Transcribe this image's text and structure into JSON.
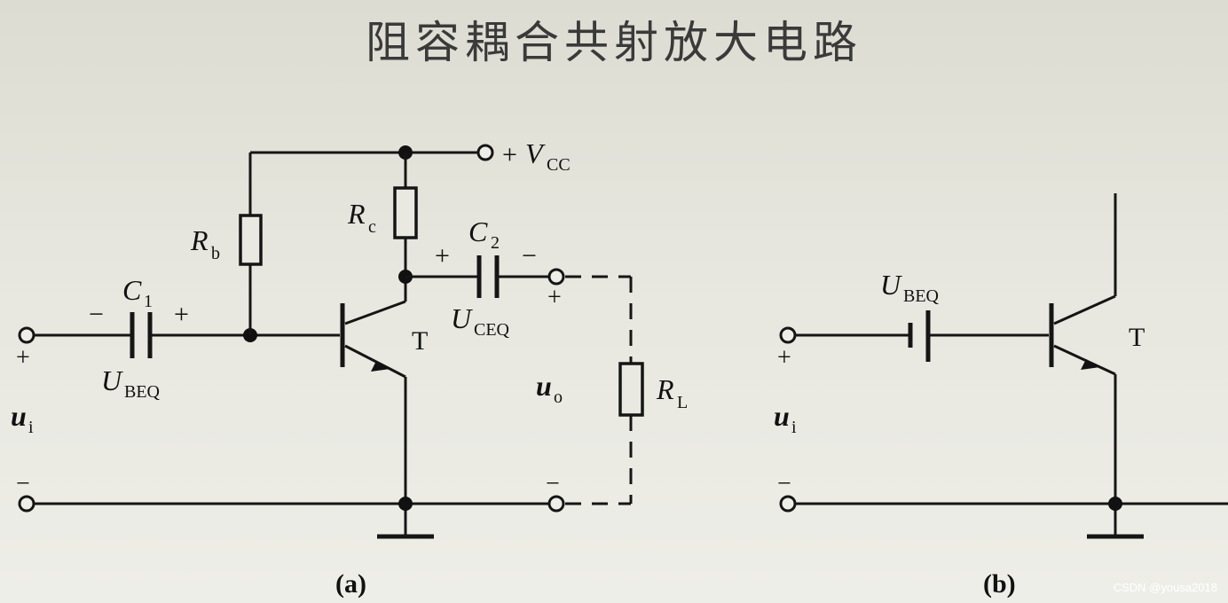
{
  "title": "阻容耦合共射放大电路",
  "labels": {
    "vcc_sign": "+",
    "vcc_main": "V",
    "vcc_sub": "CC",
    "rb_main": "R",
    "rb_sub": "b",
    "rc_main": "R",
    "rc_sub": "c",
    "c1_main": "C",
    "c1_sub": "1",
    "c2_main": "C",
    "c2_sub": "2",
    "c1_left_sign": "−",
    "c1_right_sign": "+",
    "c2_left_sign": "+",
    "c2_right_sign": "−",
    "ubeq_main": "U",
    "ubeq_sub": "BEQ",
    "uceq_main": "U",
    "uceq_sub": "CEQ",
    "transistor": "T",
    "ui_main": "u",
    "ui_sub": "i",
    "uo_main": "u",
    "uo_sub": "o",
    "rl_main": "R",
    "rl_sub": "L",
    "plus": "+",
    "minus": "−"
  },
  "captions": {
    "a": "(a)",
    "b": "(b)"
  },
  "watermark": "CSDN @yousa2018"
}
